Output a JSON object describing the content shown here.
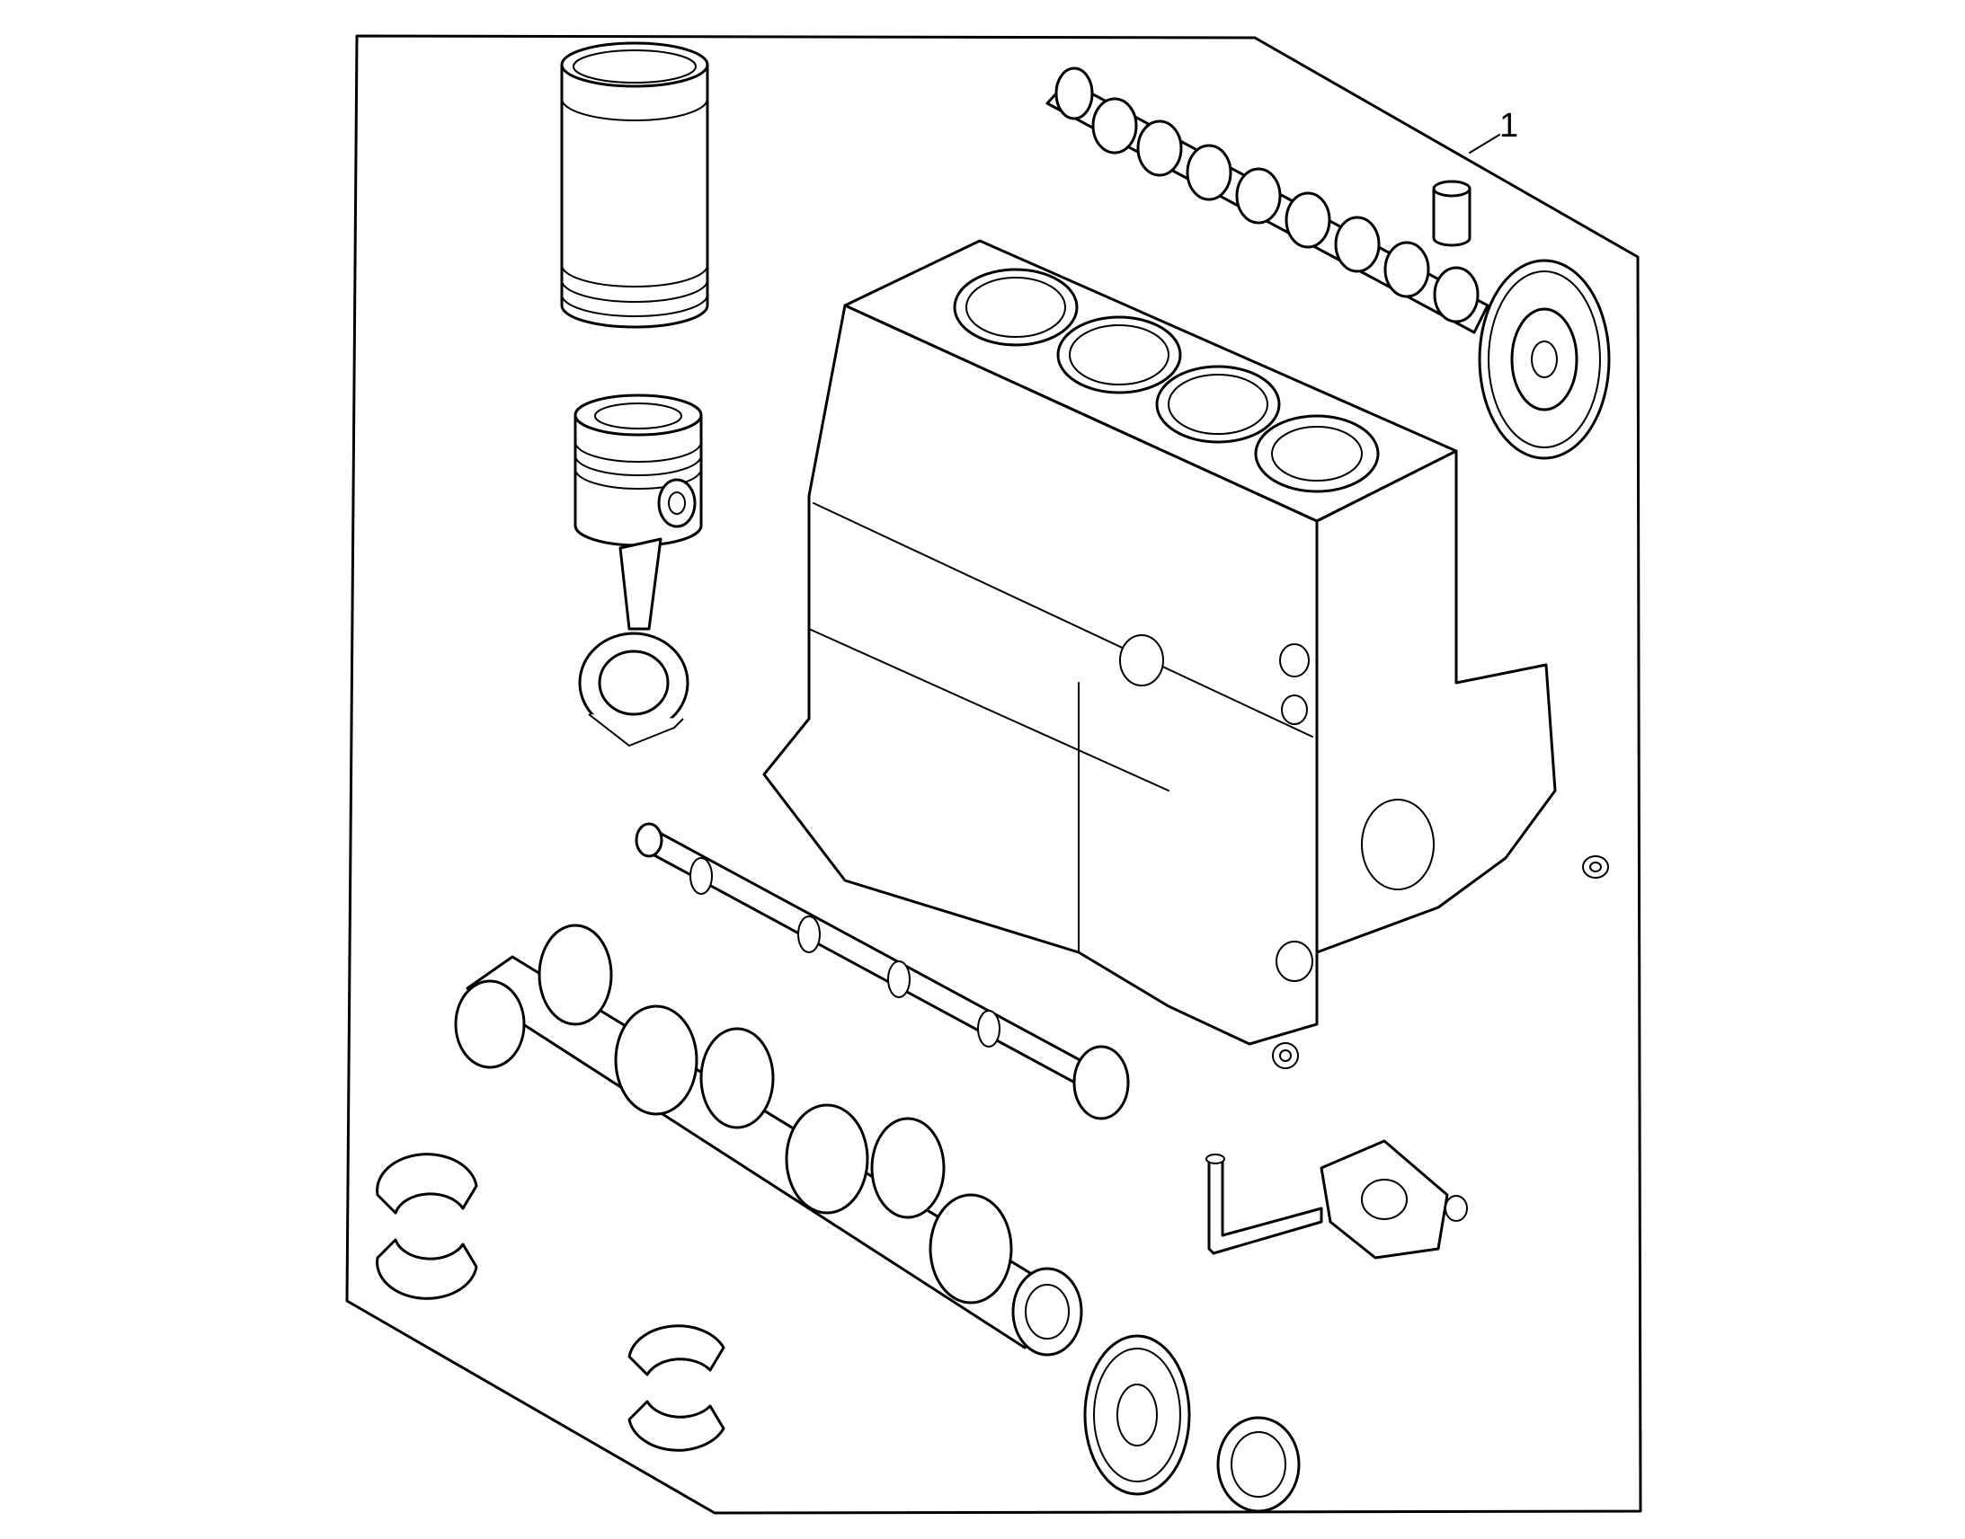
{
  "diagram": {
    "callouts": [
      {
        "id": "1",
        "label": "1"
      }
    ],
    "parts": [
      {
        "name": "cylinder-liner"
      },
      {
        "name": "piston-and-connecting-rod"
      },
      {
        "name": "camshaft-with-gear"
      },
      {
        "name": "tappet"
      },
      {
        "name": "cylinder-block"
      },
      {
        "name": "balancer-shaft"
      },
      {
        "name": "crankshaft"
      },
      {
        "name": "main-bearing-shells"
      },
      {
        "name": "crankshaft-gear"
      },
      {
        "name": "crankshaft-seal"
      },
      {
        "name": "oil-pump-with-pickup"
      },
      {
        "name": "washers"
      }
    ]
  }
}
